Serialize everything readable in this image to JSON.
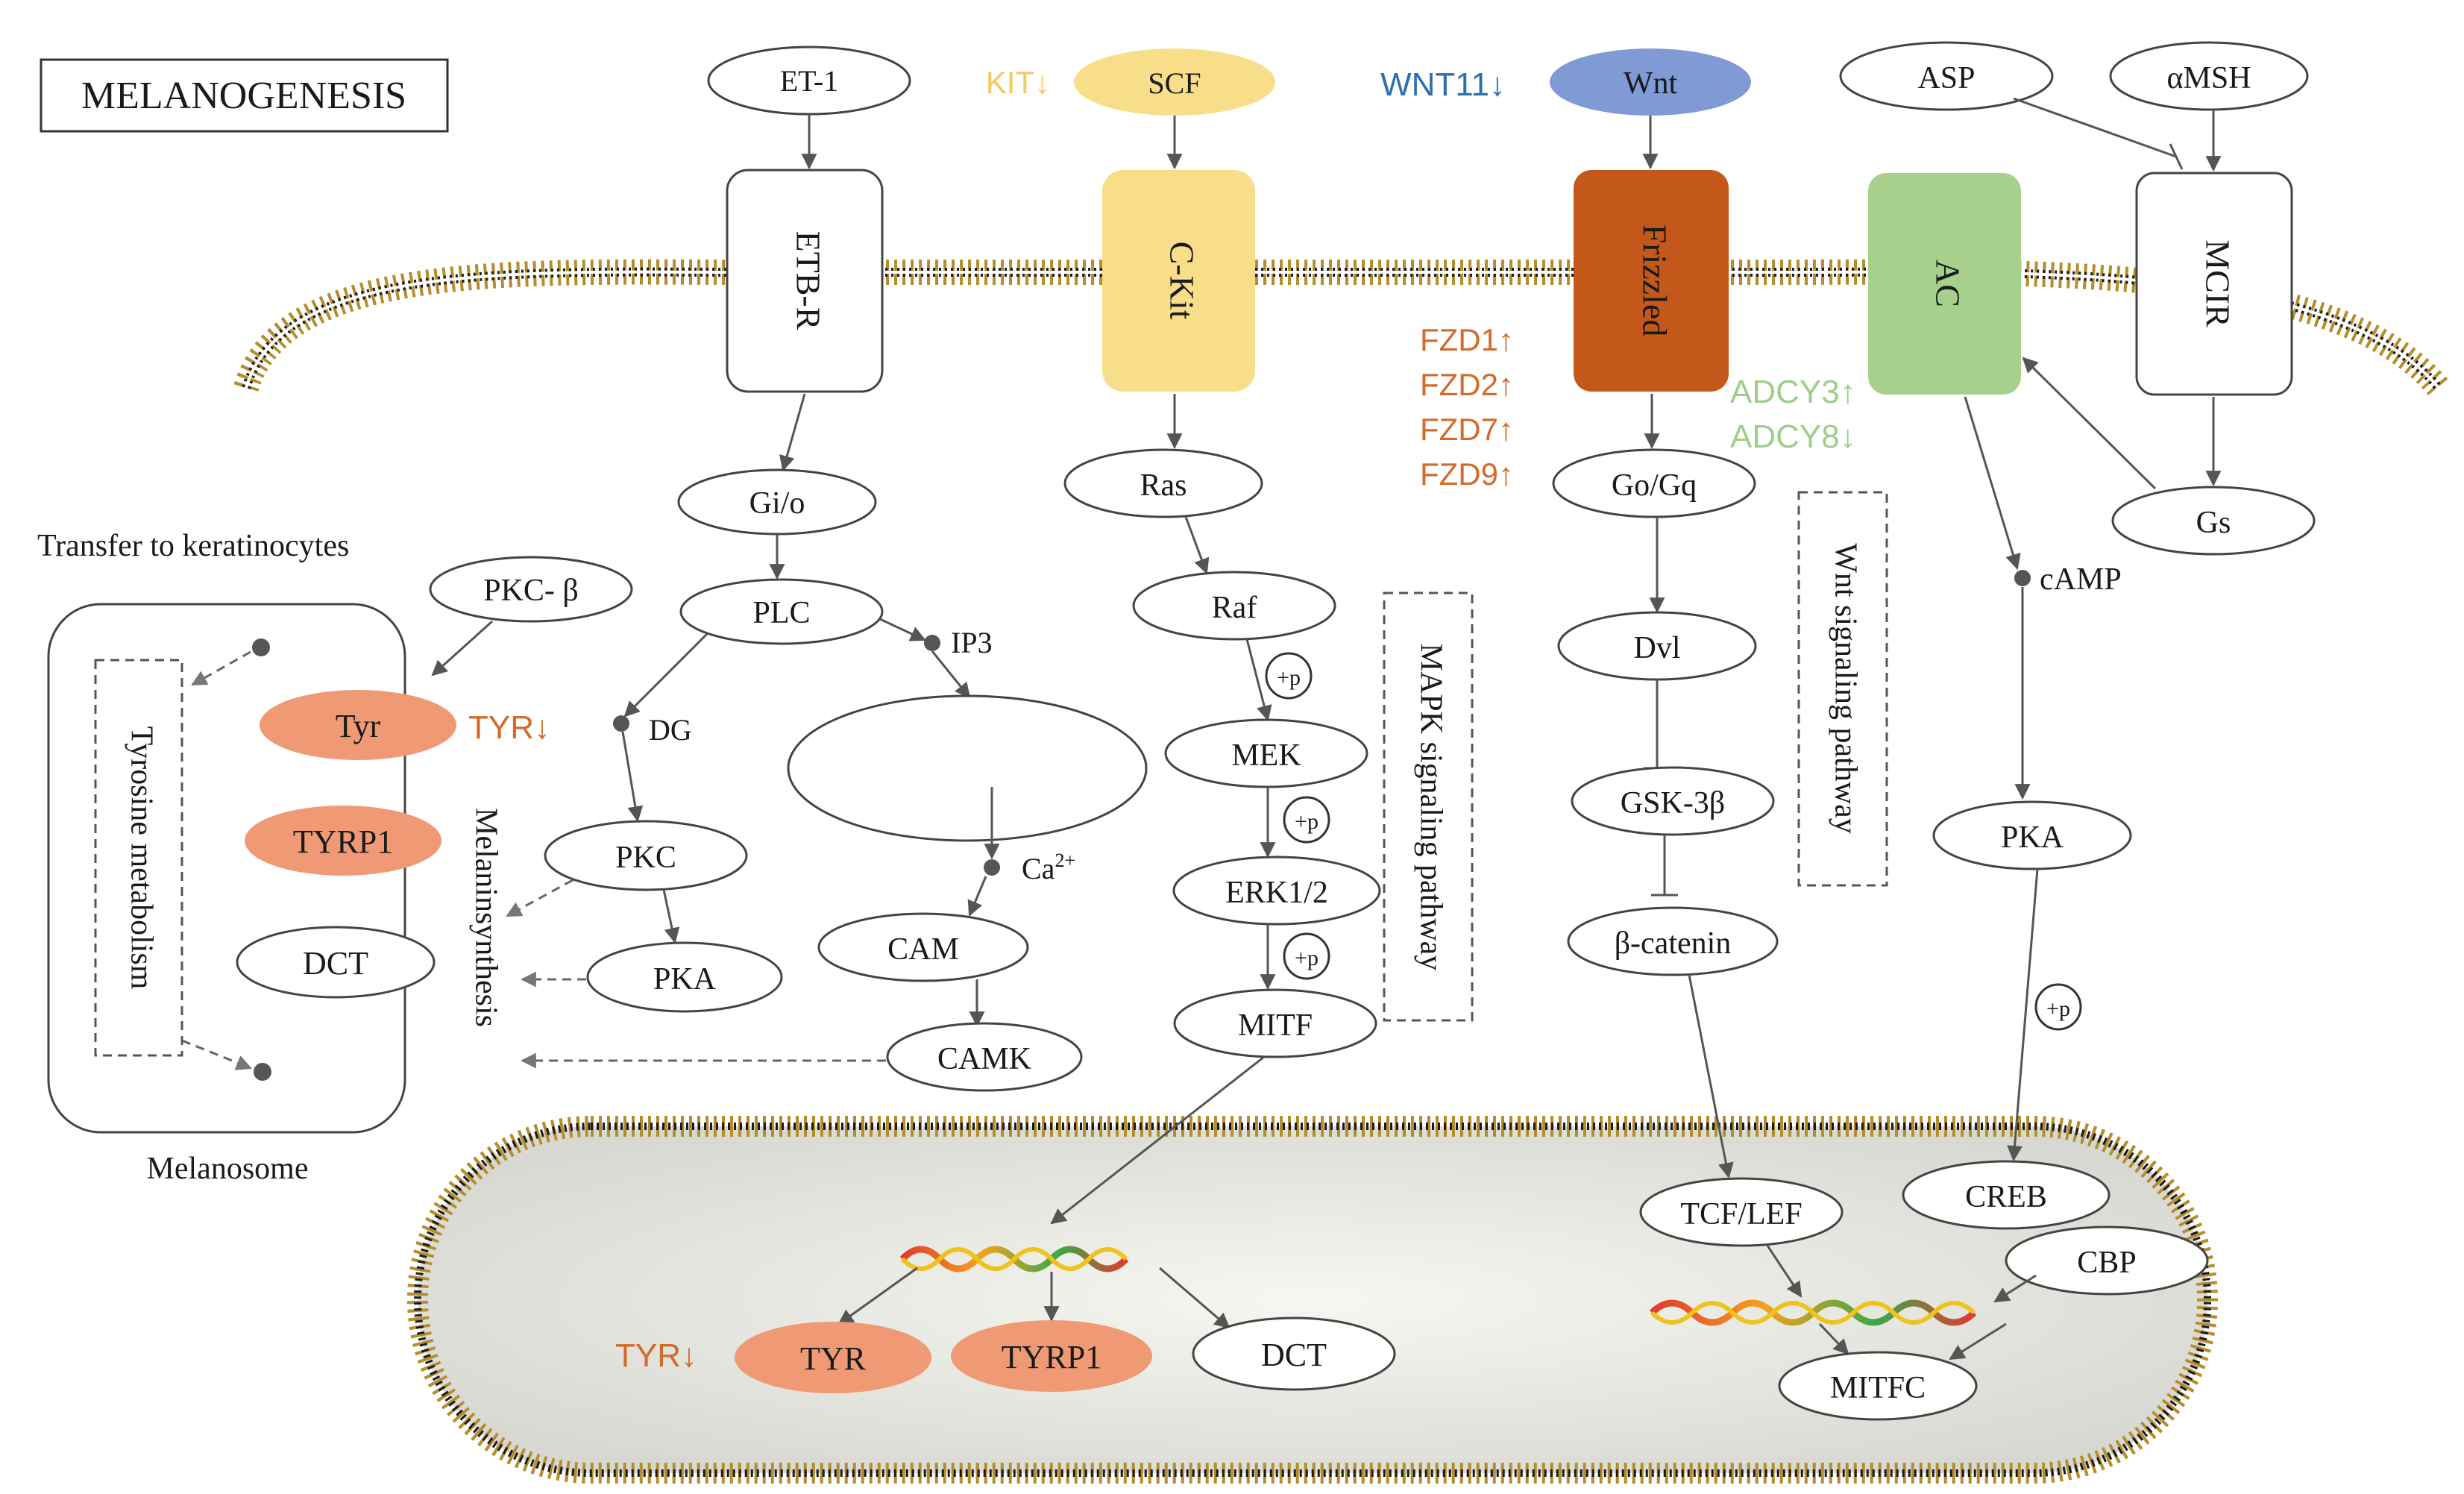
{
  "title": "MELANOGENESIS",
  "colors": {
    "kit_yellow": "#f9de8a",
    "wnt_blue": "#7f9ad4",
    "frizzled_orange": "#c4571a",
    "ac_green": "#a6d08c",
    "tyr_salmon": "#ef9a74",
    "reg_yellow": "#f5c760",
    "reg_blue": "#2e6fb0",
    "reg_orange": "#d46a2a",
    "reg_green": "#9fce8a"
  },
  "ligands": {
    "et1": "ET-1",
    "scf": "SCF",
    "wnt": "Wnt",
    "asp": "ASP",
    "amsh": "αMSH"
  },
  "receptors": {
    "etbr": "ETB-R",
    "ckit": "C-Kit",
    "frizzled": "Frizzled",
    "ac": "AC",
    "mc1r": "MCIR"
  },
  "regulation": {
    "kit": "KIT↓",
    "wnt11": "WNT11↓",
    "fzd": [
      "FZD1↑",
      "FZD2↑",
      "FZD7↑",
      "FZD9↑"
    ],
    "adcy": [
      "ADCY3↑",
      "ADCY8↓"
    ],
    "tyr_membrane": "TYR↓",
    "tyr_nucleus": "TYR↓"
  },
  "nodes": {
    "gio": "Gi/o",
    "plc": "PLC",
    "ip3": "IP3",
    "dg": "DG",
    "pkc": "PKC",
    "pka_left": "PKA",
    "ca_base": "Ca",
    "ca_sup": "2+",
    "cam": "CAM",
    "camk": "CAMK",
    "ras": "Ras",
    "raf": "Raf",
    "mek": "MEK",
    "erk": "ERK1/2",
    "mitf": "MITF",
    "phos": "+p",
    "gogq": "Go/Gq",
    "dvl": "Dvl",
    "gsk": "GSK-3β",
    "bcat": "β-catenin",
    "gs": "Gs",
    "camp": "cAMP",
    "pka_right": "PKA",
    "pkcb": "PKC- β"
  },
  "melanosome": {
    "header": "Transfer to keratinocytes",
    "caption": "Melanosome",
    "inner_label": "Tyrosine metabolism",
    "tyr": "Tyr",
    "tyrp1": "TYRP1",
    "dct": "DCT",
    "side_label": "Melaninsynthesis"
  },
  "pathway_labels": {
    "mapk": "MAPK signaling pathway",
    "wnt": "Wnt signaling pathway"
  },
  "nucleus": {
    "tyr": "TYR",
    "tyrp1": "TYRP1",
    "dct": "DCT",
    "tcf": "TCF/LEF",
    "creb": "CREB",
    "cbp": "CBP",
    "mitfc": "MITFC"
  }
}
